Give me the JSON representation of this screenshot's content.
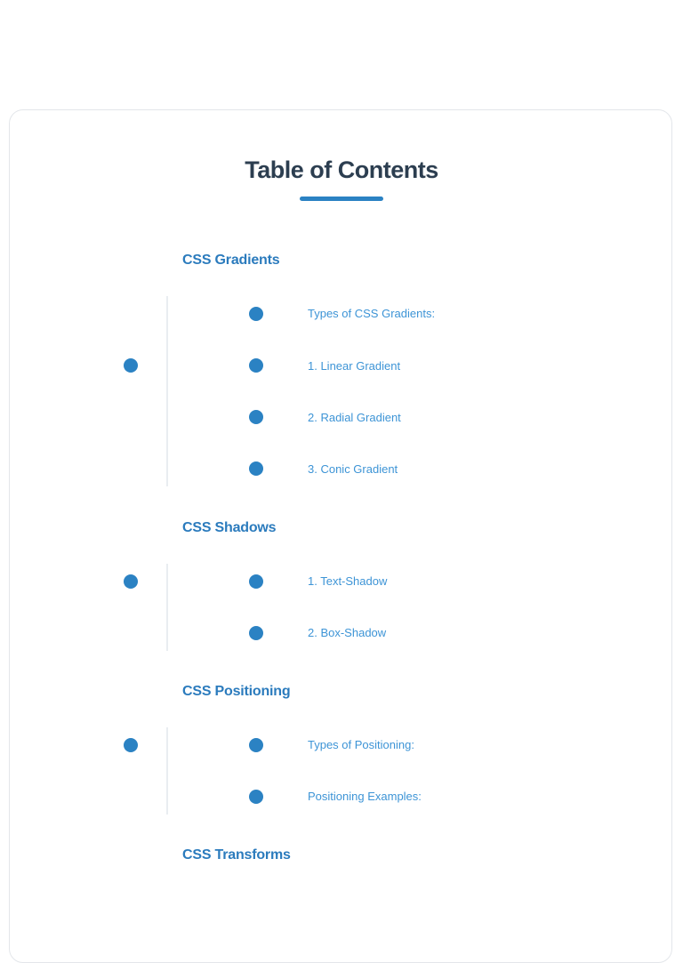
{
  "toc": {
    "title": "Table of Contents",
    "sections": [
      {
        "title": "CSS Gradients",
        "items": [
          "Types of CSS Gradients:",
          "1. Linear Gradient",
          "2. Radial Gradient",
          "3. Conic Gradient"
        ]
      },
      {
        "title": "CSS Shadows",
        "items": [
          "1. Text-Shadow",
          "2. Box-Shadow"
        ]
      },
      {
        "title": "CSS Positioning",
        "items": [
          "Types of Positioning:",
          "Positioning Examples:"
        ]
      },
      {
        "title": "CSS Transforms",
        "items": []
      }
    ]
  },
  "colors": {
    "accent": "#2b82c3",
    "heading": "#2c3e50",
    "link": "#3d94d6"
  }
}
